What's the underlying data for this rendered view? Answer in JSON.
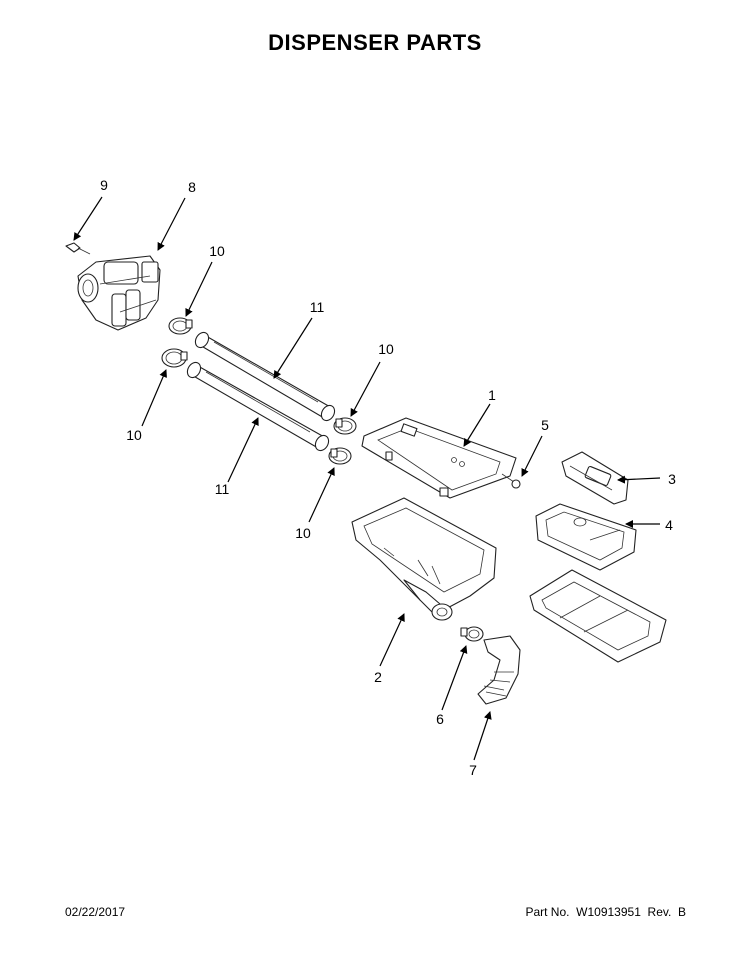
{
  "title": "DISPENSER PARTS",
  "callouts": {
    "c9": "9",
    "c8": "8",
    "c10a": "10",
    "c11a": "11",
    "c10b": "10",
    "c10c": "10",
    "c11b": "11",
    "c10d": "10",
    "c1": "1",
    "c5": "5",
    "c3": "3",
    "c4": "4",
    "c2": "2",
    "c6": "6",
    "c7": "7"
  },
  "footer": {
    "date": "02/22/2017",
    "part_number": "Part No.  W10913951  Rev.  B"
  }
}
